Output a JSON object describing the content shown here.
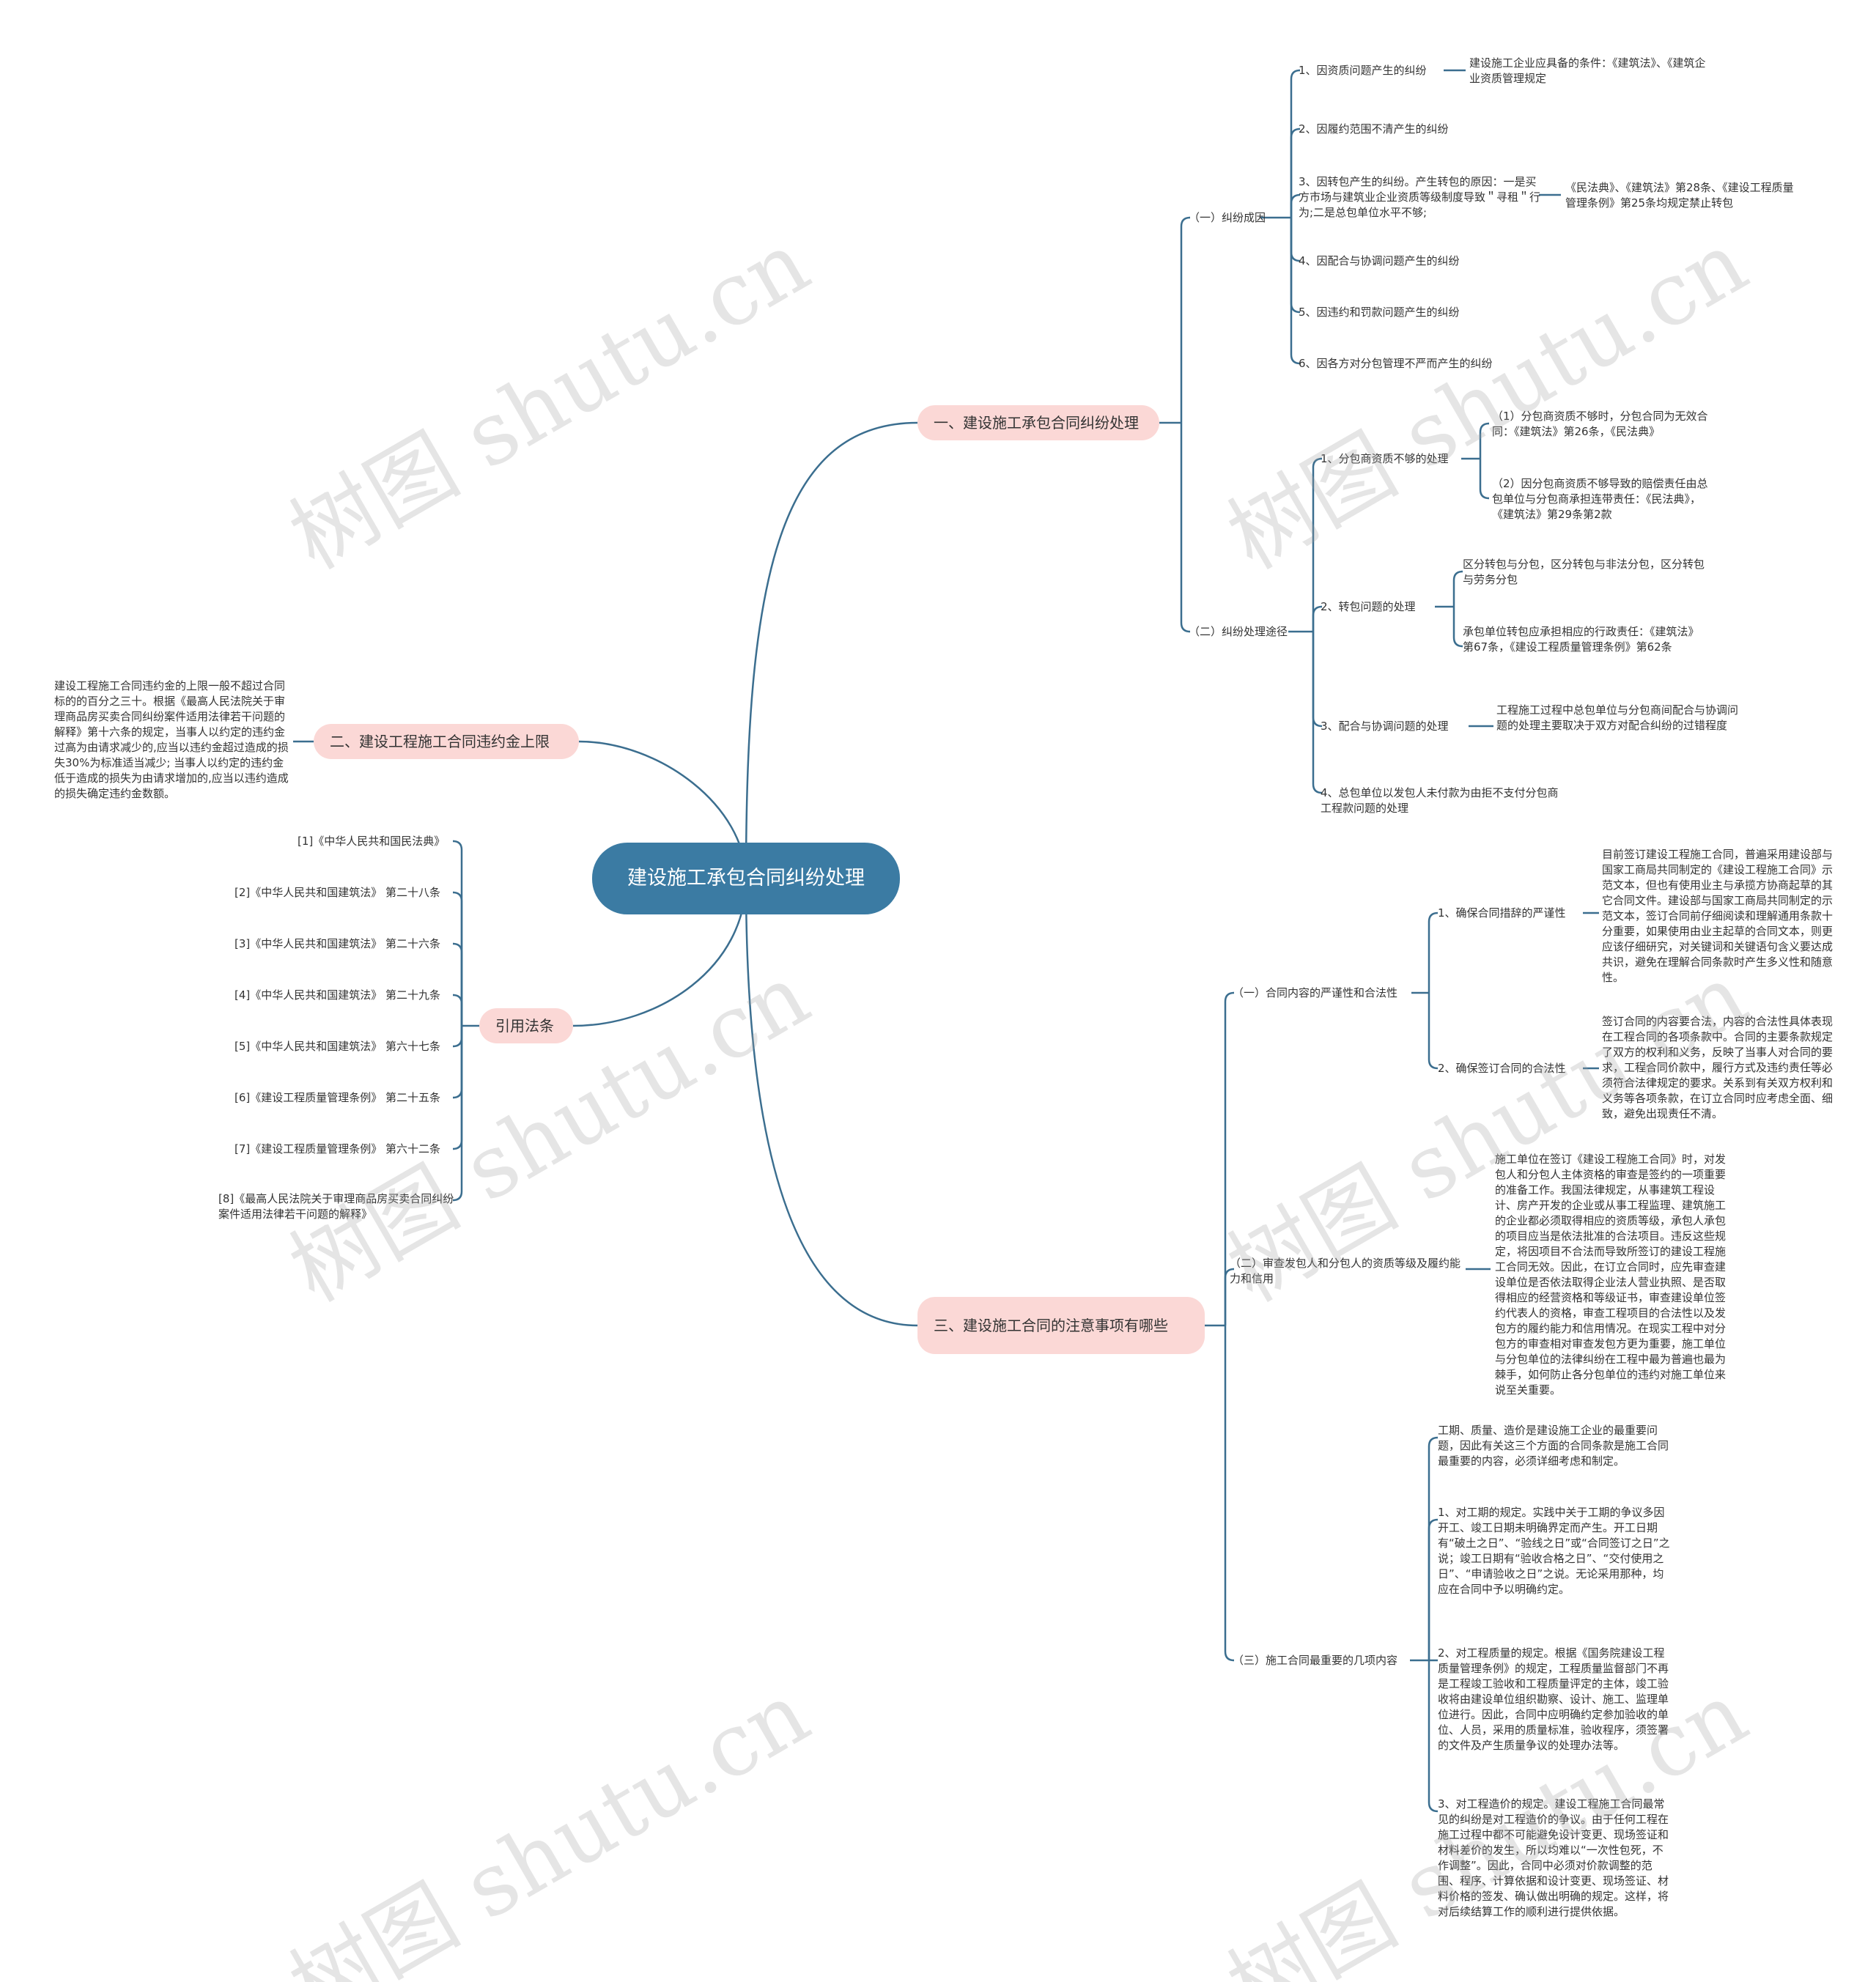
{
  "root": {
    "label": "建设施工承包合同纠纷处理"
  },
  "branch1": {
    "label": "一、建设施工承包合同纠纷处理",
    "sub1": {
      "label": "（一）纠纷成因",
      "items": [
        "1、因资质问题产生的纠纷",
        "2、因履约范围不清产生的纠纷",
        "3、因转包产生的纠纷。产生转包的原因：一是买方市场与建筑业企业资质等级制度导致＂寻租＂行为;二是总包单位水平不够;",
        "4、因配合与协调问题产生的纠纷",
        "5、因违约和罚款问题产生的纠纷",
        "6、因各方对分包管理不严而产生的纠纷"
      ],
      "item1_note": "建设施工企业应具备的条件：《建筑法》、《建筑企业资质管理规定",
      "item3_note": "《民法典》、《建筑法》第28条、《建设工程质量管理条例》第25条均规定禁止转包"
    },
    "sub2": {
      "label": "（二）纠纷处理途径",
      "items": [
        "1、分包商资质不够的处理",
        "2、转包问题的处理",
        "3、配合与协调问题的处理",
        "4、总包单位以发包人未付款为由拒不支付分包商工程款问题的处理"
      ],
      "item1_notes": [
        "（1）分包商资质不够时，分包合同为无效合同：《建筑法》第26条，《民法典》",
        "（2）因分包商资质不够导致的赔偿责任由总包单位与分包商承担连带责任：《民法典》，《建筑法》第29条第2款"
      ],
      "item2_notes": [
        "区分转包与分包，区分转包与非法分包，区分转包与劳务分包",
        "承包单位转包应承担相应的行政责任：《建筑法》第67条，《建设工程质量管理条例》第62条"
      ],
      "item3_note": "工程施工过程中总包单位与分包商间配合与协调问题的处理主要取决于双方对配合纠纷的过错程度"
    }
  },
  "branch2": {
    "label": "二、建设工程施工合同违约金上限",
    "note": "建设工程施工合同违约金的上限一般不超过合同标的的百分之三十。根据《最高人民法院关于审理商品房买卖合同纠纷案件适用法律若干问题的解释》第十六条的规定，当事人以约定的违约金过高为由请求减少的,应当以违约金超过造成的损失30%为标准适当减少; 当事人以约定的违约金低于造成的损失为由请求增加的,应当以违约造成的损失确定违约金数额。"
  },
  "branch_law": {
    "label": "引用法条",
    "items": [
      "[1]《中华人民共和国民法典》",
      "[2]《中华人民共和国建筑法》 第二十八条",
      "[3]《中华人民共和国建筑法》 第二十六条",
      "[4]《中华人民共和国建筑法》 第二十九条",
      "[5]《中华人民共和国建筑法》 第六十七条",
      "[6]《建设工程质量管理条例》 第二十五条",
      "[7]《建设工程质量管理条例》 第六十二条",
      "[8]《最高人民法院关于审理商品房买卖合同纠纷案件适用法律若干问题的解释》"
    ]
  },
  "branch3": {
    "label": "三、建设施工合同的注意事项有哪些",
    "sub1": {
      "label": "（一）合同内容的严谨性和合法性",
      "items": [
        "1、确保合同措辞的严谨性",
        "2、确保签订合同的合法性"
      ],
      "item1_note": "目前签订建设工程施工合同，普遍采用建设部与国家工商局共同制定的《建设工程施工合同》示范文本，但也有使用业主与承揽方协商起草的其它合同文件。建设部与国家工商局共同制定的示范文本，签订合同前仔细阅读和理解通用条款十分重要，如果使用由业主起草的合同文本，则更应该仔细研究，对关键词和关键语句含义要达成共识，避免在理解合同条款时产生多义性和随意性。",
      "item2_note": "签订合同的内容要合法，内容的合法性具体表现在工程合同的各项条款中。合同的主要条款规定了双方的权利和义务，反映了当事人对合同的要求，工程合同价款中，履行方式及违约责任等必须符合法律规定的要求。关系到有关双方权利和义务等各项条款，在订立合同时应考虑全面、细致，避免出现责任不清。"
    },
    "sub2": {
      "label": "（二）审查发包人和分包人的资质等级及履约能力和信用",
      "note": "施工单位在签订《建设工程施工合同》时，对发包人和分包人主体资格的审查是签约的一项重要的准备工作。我国法律规定，从事建筑工程设计、房产开发的企业或从事工程监理、建筑施工的企业都必须取得相应的资质等级，承包人承包的项目应当是依法批准的合法项目。违反这些规定，将因项目不合法而导致所签订的建设工程施工合同无效。因此，在订立合同时，应先审查建设单位是否依法取得企业法人营业执照、是否取得相应的经营资格和等级证书，审查建设单位签约代表人的资格，审查工程项目的合法性以及发包方的履约能力和信用情况。在现实工程中对分包方的审查相对审查发包方更为重要，施工单位与分包单位的法律纠纷在工程中最为普遍也最为棘手，如何防止各分包单位的违约对施工单位来说至关重要。"
    },
    "sub3": {
      "label": "（三）施工合同最重要的几项内容",
      "notes": [
        "工期、质量、造价是建设施工企业的最重要问题，因此有关这三个方面的合同条款是施工合同最重要的内容，必须详细考虑和制定。",
        "1、对工期的规定。实践中关于工期的争议多因开工、竣工日期未明确界定而产生。开工日期有“破土之日”、“验线之日”或“合同签订之日”之说；竣工日期有“验收合格之日”、“交付使用之日”、“申请验收之日”之说。无论采用那种，均应在合同中予以明确约定。",
        "2、对工程质量的规定。根据《国务院建设工程质量管理条例》的规定，工程质量监督部门不再是工程竣工验收和工程质量评定的主体，竣工验收将由建设单位组织勘察、设计、施工、监理单位进行。因此，合同中应明确约定参加验收的单位、人员，采用的质量标准，验收程序，须签署的文件及产生质量争议的处理办法等。",
        "3、对工程造价的规定。建设工程施工合同最常见的纠纷是对工程造价的争议。由于任何工程在施工过程中都不可能避免设计变更、现场签证和材料差价的发生，所以均难以“一次性包死，不作调整”。因此，合同中必须对价款调整的范围、程序、计算依据和设计变更、现场签证、材料价格的签发、确认做出明确的规定。这样，将对后续结算工作的顺利进行提供依据。"
      ]
    }
  },
  "watermark": "树图 shutu.cn",
  "colors": {
    "line": "#3b6e8f",
    "root": "#3b7ba3",
    "main": "#fbd8d6"
  }
}
